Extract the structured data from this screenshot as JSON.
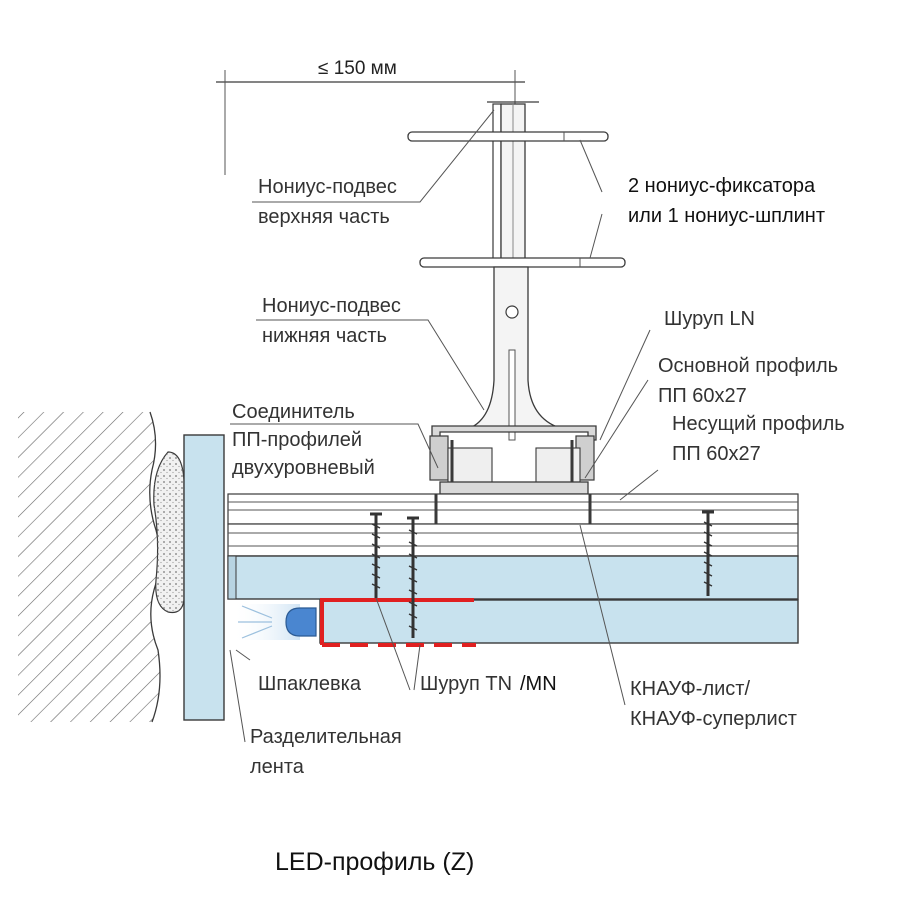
{
  "dimension": {
    "text": "≤ 150 мм"
  },
  "labels": {
    "nonius_top_line1": "Нониус-подвес",
    "nonius_top_line2": "верхняя часть",
    "fixators_line1": "2 нониус-фиксатора",
    "fixators_line2": "или 1 нониус-шплинт",
    "nonius_bottom_line1": "Нониус-подвес",
    "nonius_bottom_line2": "нижняя часть",
    "screw_ln": "Шуруп LN",
    "main_profile_line1": "Основной профиль",
    "main_profile_line2": "ПП 60x27",
    "carrying_profile_line1": "Несущий профиль",
    "carrying_profile_line2": "ПП 60x27",
    "connector_line1": "Соединитель",
    "connector_line2": "ПП-профилей",
    "connector_line3": "двухуровневый",
    "putty": "Шпаклевка",
    "screw_tn_a": "Шуруп TN",
    "screw_tn_b": "/MN",
    "knauf_line1": "КНАУФ-лист/",
    "knauf_line2": "КНАУФ-суперлист",
    "tape_line1": "Разделительная",
    "tape_line2": "лента"
  },
  "caption": "LED-профиль (Z)",
  "colors": {
    "board": "#c8e2ee",
    "led_profile": "#e02020",
    "led": "#4a86d0",
    "line": "#3a3a3a"
  }
}
